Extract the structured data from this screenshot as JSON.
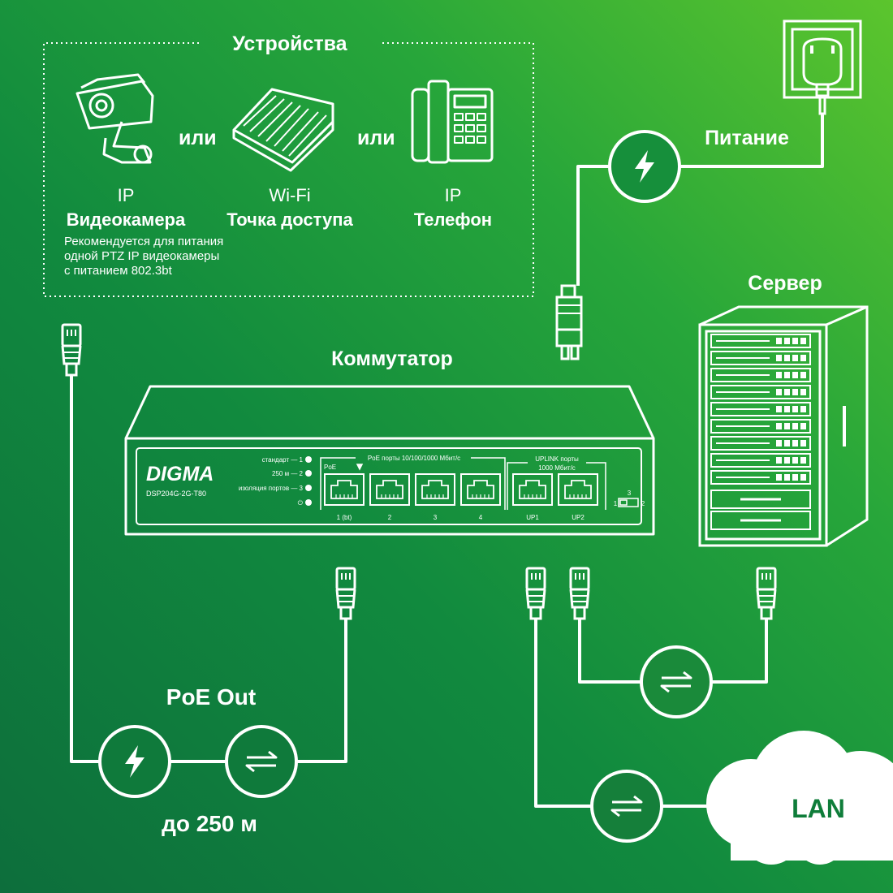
{
  "colors": {
    "background_dark": "#0d6e3c",
    "background_light": "#5cc52d",
    "line": "#ffffff",
    "circle_fill": "#0f7d3a",
    "lan_text": "#0f7d3a"
  },
  "devices": {
    "title": "Устройства",
    "or": "или",
    "camera": {
      "line1": "IP",
      "line2": "Видеокамера",
      "note1": "Рекомендуется для питания",
      "note2": "одной PTZ IP видеокамеры",
      "note3": "с питанием 802.3bt"
    },
    "ap": {
      "line1": "Wi-Fi",
      "line2": "Точка доступа"
    },
    "phone": {
      "line1": "IP",
      "line2": "Телефон"
    }
  },
  "power_label": "Питание",
  "server_label": "Сервер",
  "switch": {
    "label": "Коммутатор",
    "brand": "DIGMA",
    "model": "DSP204G-2G-T80",
    "modes": [
      "стандарт — 1",
      "250 м — 2",
      "изоляция портов — 3",
      "⏻"
    ],
    "poe_header": "PoE порты 10/100/1000 Мбит/с",
    "poe_tag": "PoE",
    "uplink_header1": "UPLINK порты",
    "uplink_header2": "1000 Мбит/с",
    "ports": [
      "1 (bt)",
      "2",
      "3",
      "4",
      "UP1",
      "UP2"
    ],
    "switch_nums": [
      "3",
      "1",
      "2"
    ]
  },
  "poe_out": {
    "label": "PoE Out",
    "distance": "до 250 м"
  },
  "lan_label": "LAN",
  "icons": [
    "power-plug-icon",
    "ip-camera-icon",
    "access-point-icon",
    "ip-phone-icon",
    "server-rack-icon",
    "lightning-icon",
    "exchange-arrows-icon",
    "rj45-connector-icon",
    "cloud-icon"
  ]
}
